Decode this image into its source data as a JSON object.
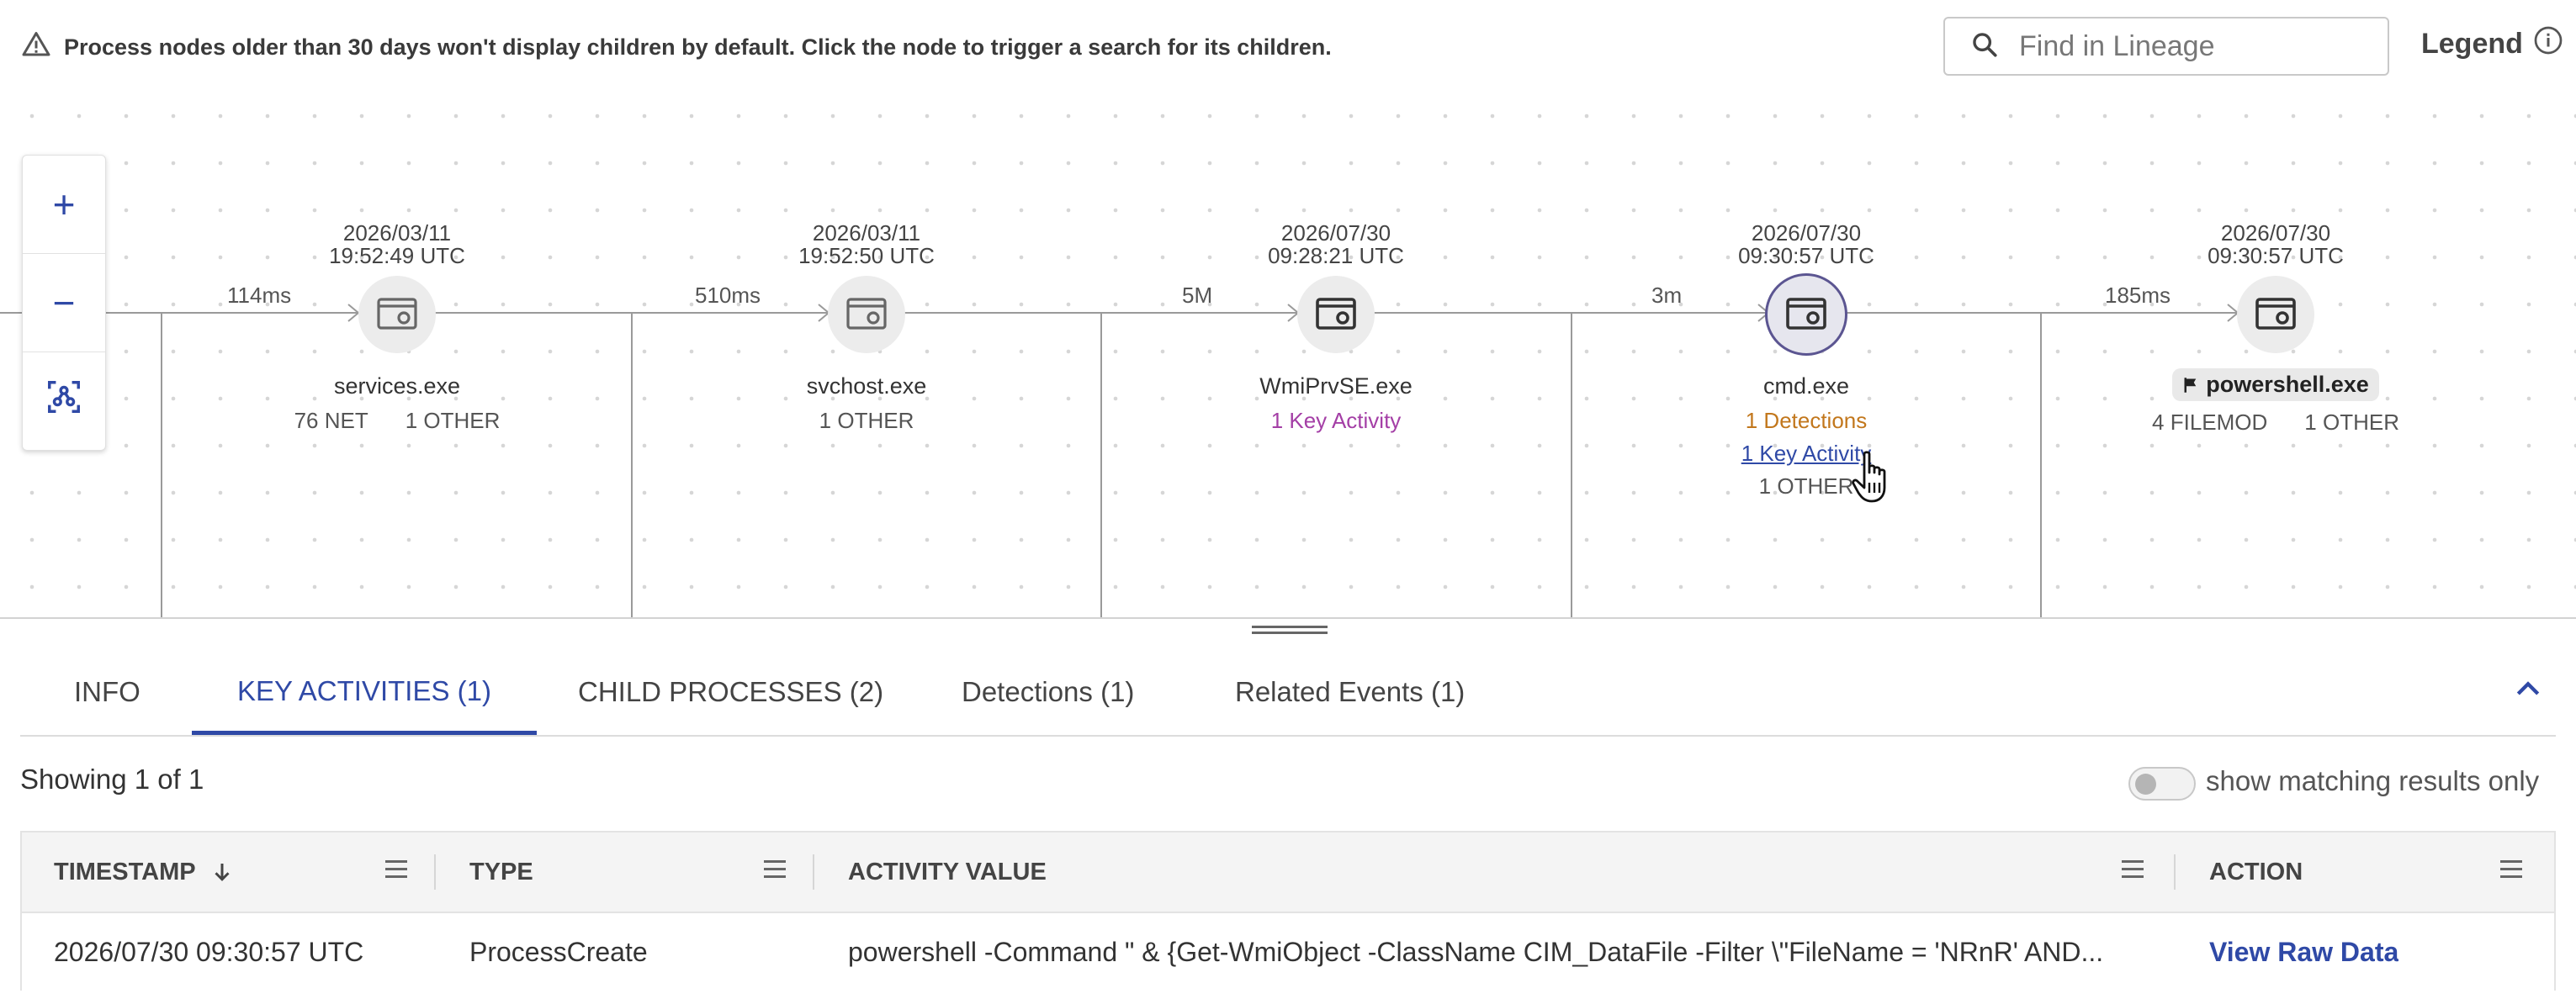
{
  "banner": {
    "text": "Process nodes older than 30 days won't display children by default. Click the node to trigger a search for its children."
  },
  "search": {
    "placeholder": "Find in Lineage"
  },
  "legend": {
    "label": "Legend"
  },
  "zoom": {
    "in": "+",
    "out": "−"
  },
  "durations": [
    "114ms",
    "510ms",
    "5M",
    "3m",
    "185ms"
  ],
  "nodes": [
    {
      "date": "2026/03/11",
      "time": "19:52:49 UTC",
      "name": "services.exe",
      "stat1": "76 NET",
      "stat2": "1 OTHER"
    },
    {
      "date": "2026/03/11",
      "time": "19:52:50 UTC",
      "name": "svchost.exe",
      "stat1": "1 OTHER"
    },
    {
      "date": "2026/07/30",
      "time": "09:28:21 UTC",
      "name": "WmiPrvSE.exe",
      "key_activity": "1 Key Activity"
    },
    {
      "date": "2026/07/30",
      "time": "09:30:57 UTC",
      "name": "cmd.exe",
      "detections": "1 Detections",
      "key_activity": "1 Key Activity",
      "other": "1 OTHER"
    },
    {
      "date": "2026/07/30",
      "time": "09:30:57 UTC",
      "name": "powershell.exe",
      "stat1": "4 FILEMOD",
      "stat2": "1 OTHER"
    }
  ],
  "tabs": [
    "INFO",
    "KEY ACTIVITIES (1)",
    "CHILD PROCESSES (2)",
    "Detections (1)",
    "Related Events (1)"
  ],
  "results": {
    "showing": "Showing 1 of 1",
    "toggle_label": "show matching results only"
  },
  "table": {
    "columns": [
      "TIMESTAMP",
      "TYPE",
      "ACTIVITY VALUE",
      "ACTION"
    ],
    "rows": [
      {
        "timestamp": "2026/07/30 09:30:57 UTC",
        "type": "ProcessCreate",
        "activity_value": "powershell -Command \" & {Get-WmiObject -ClassName CIM_DataFile -Filter \\\"FileName = 'NRnR' AND...",
        "action": "View Raw Data"
      }
    ]
  },
  "colors": {
    "accent": "#2f49a6",
    "key_activity": "#a43fa6",
    "detection": "#c2771c",
    "selected_ring": "#5b5591"
  }
}
